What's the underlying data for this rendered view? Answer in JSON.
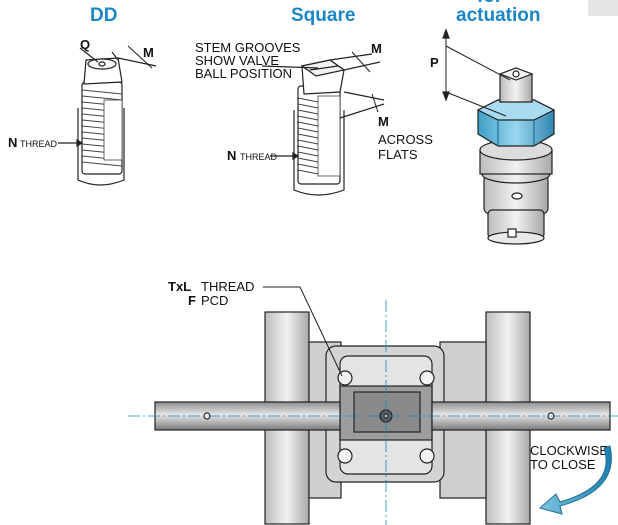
{
  "headers": {
    "dd": "DD",
    "square": "Square",
    "actuation_top": "for",
    "actuation": "actuation"
  },
  "dd_stem": {
    "q_label": "Q",
    "m_label": "M",
    "n_label": "N",
    "thread_label": "THREAD"
  },
  "square_stem": {
    "grooves_line1": "STEM GROOVES",
    "grooves_line2": "SHOW VALVE",
    "grooves_line3": "BALL POSITION",
    "m_top_label": "M",
    "m_side_label": "M",
    "across_line1": "ACROSS",
    "across_line2": "FLATS",
    "n_label": "N",
    "thread_label": "THREAD"
  },
  "actuation_stem": {
    "p_label": "P"
  },
  "valve": {
    "txl_label": "TxL",
    "thread_label": "THREAD",
    "f_label": "F",
    "pcd_label": "PCD",
    "clockwise_line1": "CLOCKWISE",
    "clockwise_line2": "TO CLOSE"
  },
  "colors": {
    "accent": "#1a86c7",
    "hex_nut": "#5bb6d8",
    "body_fill": "#d4d4d4",
    "body_dark": "#9a9a9a",
    "outline": "#222222"
  }
}
